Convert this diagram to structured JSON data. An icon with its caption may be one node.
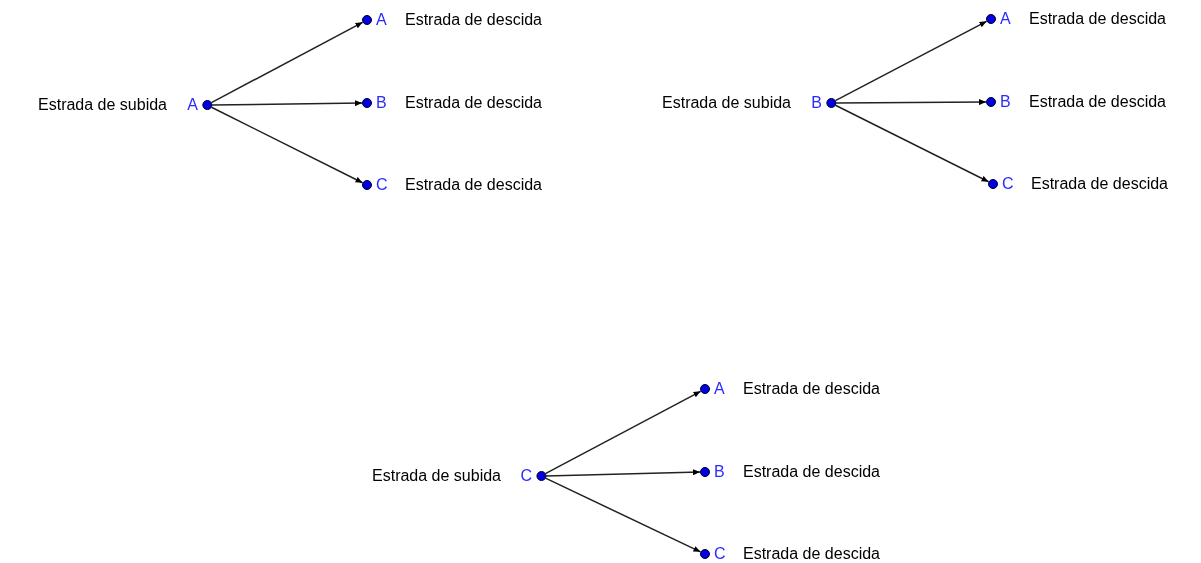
{
  "diagram": {
    "nodes": [
      {
        "text": [
          "A"
        ],
        "beside": [
          "Estrada de subida"
        ]
      },
      {
        "text": [
          "A"
        ],
        "beside": [
          "Estrada de descida"
        ]
      },
      {
        "text": [
          "B"
        ],
        "beside": [
          "Estrada de descida"
        ]
      },
      {
        "text": [
          "C"
        ],
        "beside": [
          "Estrada de descida"
        ]
      },
      {
        "text": [
          "B"
        ],
        "beside": [
          "Estrada de subida"
        ]
      },
      {
        "text": [
          "A"
        ],
        "beside": [
          "Estrada de descida"
        ]
      },
      {
        "text": [
          "B"
        ],
        "beside": [
          "Estrada de descida"
        ]
      },
      {
        "text": [
          "C"
        ],
        "beside": [
          "Estrada de descida"
        ]
      },
      {
        "text": [
          "C"
        ],
        "beside": [
          "Estrada de subida"
        ]
      },
      {
        "text": [
          "A"
        ],
        "beside": [
          "Estrada de descida"
        ]
      },
      {
        "text": [
          "B"
        ],
        "beside": [
          "Estrada de descida"
        ]
      },
      {
        "text": [
          "C"
        ],
        "beside": [
          "Estrada de descida"
        ]
      }
    ],
    "edges": [
      {
        "from": 0,
        "to": 1,
        "arrow": "to"
      },
      {
        "from": 0,
        "to": 2,
        "arrow": "to"
      },
      {
        "from": 0,
        "to": 3,
        "arrow": "to"
      },
      {
        "from": 4,
        "to": 5,
        "arrow": "to"
      },
      {
        "from": 4,
        "to": 6,
        "arrow": "to"
      },
      {
        "from": 4,
        "to": 7,
        "arrow": "to"
      },
      {
        "from": 8,
        "to": 9,
        "arrow": "to"
      },
      {
        "from": 8,
        "to": 10,
        "arrow": "to"
      },
      {
        "from": 8,
        "to": 11,
        "arrow": "to"
      }
    ]
  }
}
